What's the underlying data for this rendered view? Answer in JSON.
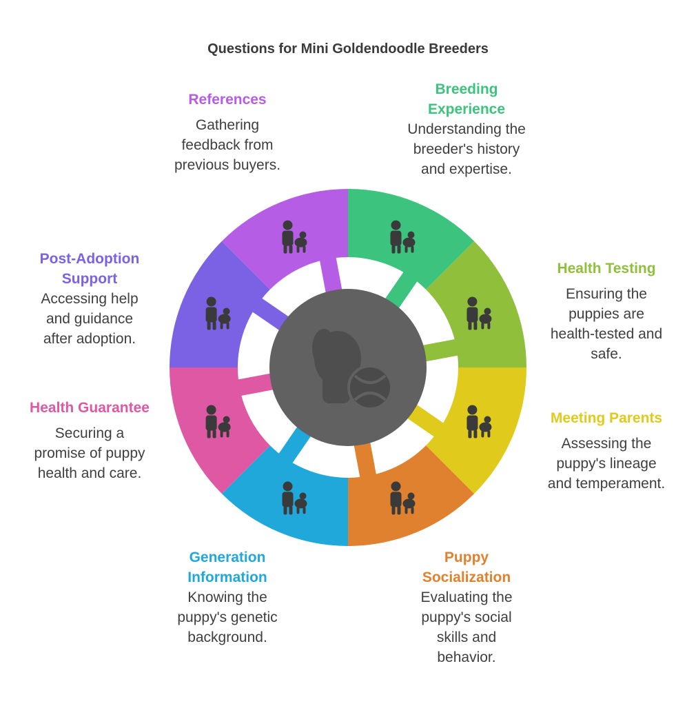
{
  "title": "Questions for Mini Goldendoodle Breeders",
  "segments": [
    {
      "key": "breeding",
      "title_lines": [
        "Breeding",
        "Experience"
      ],
      "desc_lines": [
        "Understanding the",
        "breeder's history",
        "and expertise."
      ],
      "color": "#3cc37d",
      "icon": "person-with-dog-icon"
    },
    {
      "key": "health-testing",
      "title_lines": [
        "Health Testing"
      ],
      "desc_lines": [
        "Ensuring the",
        "puppies are",
        "health-tested and",
        "safe."
      ],
      "color": "#90bf3c",
      "icon": "vet-testing-icon"
    },
    {
      "key": "meeting-parents",
      "title_lines": [
        "Meeting Parents"
      ],
      "desc_lines": [
        "Assessing the",
        "puppy's lineage",
        "and temperament."
      ],
      "color": "#e0cb1c",
      "icon": "person-and-dog-icon"
    },
    {
      "key": "socialization",
      "title_lines": [
        "Puppy",
        "Socialization"
      ],
      "desc_lines": [
        "Evaluating the",
        "puppy's social",
        "skills and",
        "behavior."
      ],
      "color": "#e0812f",
      "icon": "hand-petting-dog-icon"
    },
    {
      "key": "generation",
      "title_lines": [
        "Generation",
        "Information"
      ],
      "desc_lines": [
        "Knowing the",
        "puppy's genetic",
        "background."
      ],
      "color": "#20a8da",
      "icon": "poodle-icon"
    },
    {
      "key": "guarantee",
      "title_lines": [
        "Health Guarantee"
      ],
      "desc_lines": [
        "Securing a",
        "promise of puppy",
        "health and care."
      ],
      "color": "#de58a3",
      "icon": "vet-consultation-icon"
    },
    {
      "key": "post-adoption",
      "title_lines": [
        "Post-Adoption",
        "Support"
      ],
      "desc_lines": [
        "Accessing help",
        "and guidance",
        "after adoption."
      ],
      "color": "#7b62e4",
      "icon": "person-hugging-dog-icon"
    },
    {
      "key": "references",
      "title_lines": [
        "References"
      ],
      "desc_lines": [
        "Gathering",
        "feedback from",
        "previous buyers."
      ],
      "color": "#b65de6",
      "icon": "profile-card-star-icon"
    }
  ],
  "center": {
    "color": "#616161",
    "icon": "dog-and-ball-icon"
  }
}
